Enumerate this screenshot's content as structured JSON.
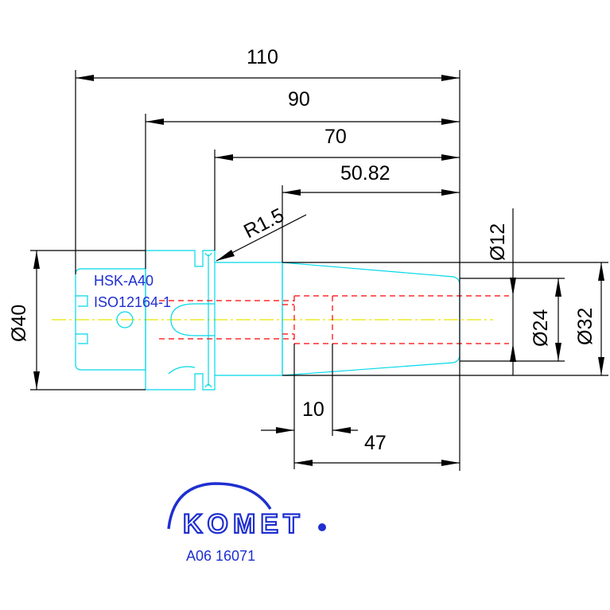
{
  "dimensions": {
    "len_110": "110",
    "len_90": "90",
    "len_70": "70",
    "len_50_82": "50.82",
    "radius": "R1.5",
    "dia_40": "Ø40",
    "dia_12": "Ø12",
    "dia_24": "Ø24",
    "dia_32": "Ø32",
    "len_10": "10",
    "len_47": "47"
  },
  "labels": {
    "interface": "HSK-A40",
    "standard": "ISO12164-1"
  },
  "logo": {
    "brand": "KOMET",
    "part_number": "A06 16071"
  },
  "colors": {
    "outline": "#00d8e8",
    "dimension": "#000000",
    "hidden": "#ff0000",
    "centerline": "#e8e800",
    "label_blue": "#1f2fd0"
  }
}
